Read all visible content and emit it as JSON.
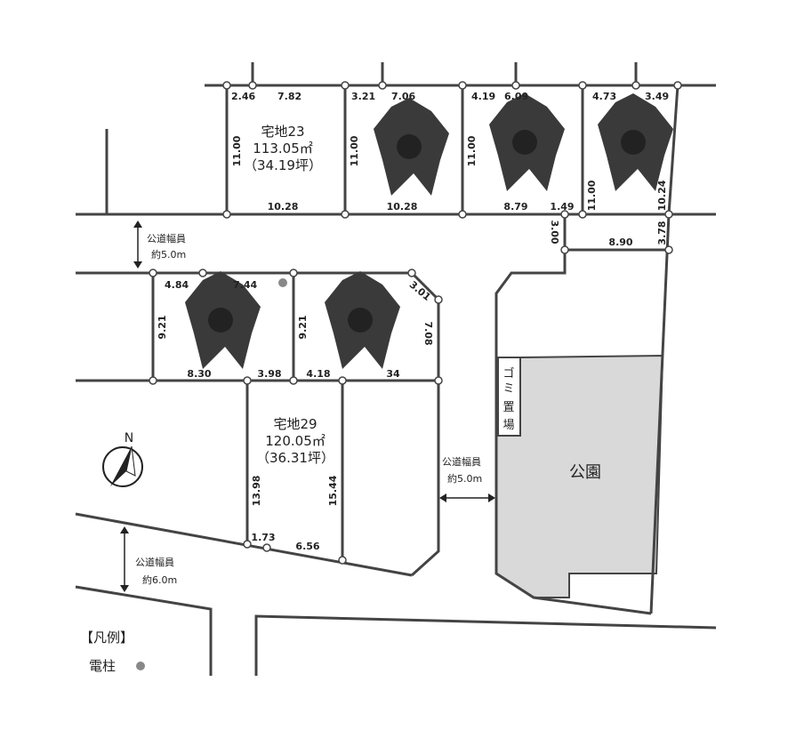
{
  "lots": [
    {
      "name": "宅地23",
      "area_m2": "113.05㎡",
      "area_tsubo": "（34.19坪）",
      "dims": [
        "2.46",
        "7.82",
        "11.00",
        "10.28"
      ]
    },
    {
      "sold": true,
      "dims": [
        "3.21",
        "7.06",
        "11.00",
        "10.28"
      ]
    },
    {
      "sold": true,
      "dims": [
        "4.19",
        "6.09",
        "11.00",
        "8.79",
        "1.49"
      ]
    },
    {
      "sold": true,
      "dims": [
        "4.73",
        "3.49",
        "11.00",
        "10.24"
      ]
    },
    {
      "sold": true,
      "dims": [
        "4.84",
        "7.44",
        "9.21",
        "8.30",
        "3.98"
      ]
    },
    {
      "sold": true,
      "dims": [
        "9.21",
        "3.01",
        "7.08",
        "4.18",
        "34"
      ]
    },
    {
      "name": "宅地29",
      "area_m2": "120.05㎡",
      "area_tsubo": "（36.31坪）",
      "dims": [
        "13.98",
        "15.44",
        "1.73",
        "6.56"
      ]
    }
  ],
  "extra_dims": [
    "3.00",
    "8.90",
    "3.78"
  ],
  "roads": [
    {
      "label": "公道幅員",
      "width": "約5.0m"
    },
    {
      "label": "公道幅員",
      "width": "約5.0m"
    },
    {
      "label": "公道幅員",
      "width": "約6.0m"
    }
  ],
  "park_label": "公園",
  "garbage_label": [
    "ゴ",
    "ミ",
    "置",
    "場"
  ],
  "compass": "N",
  "legend": {
    "title": "【凡例】",
    "pole": "電柱"
  },
  "colors": {
    "park": "#d9d9d9",
    "line": "#444444",
    "sticker": "#3a3a3a"
  }
}
